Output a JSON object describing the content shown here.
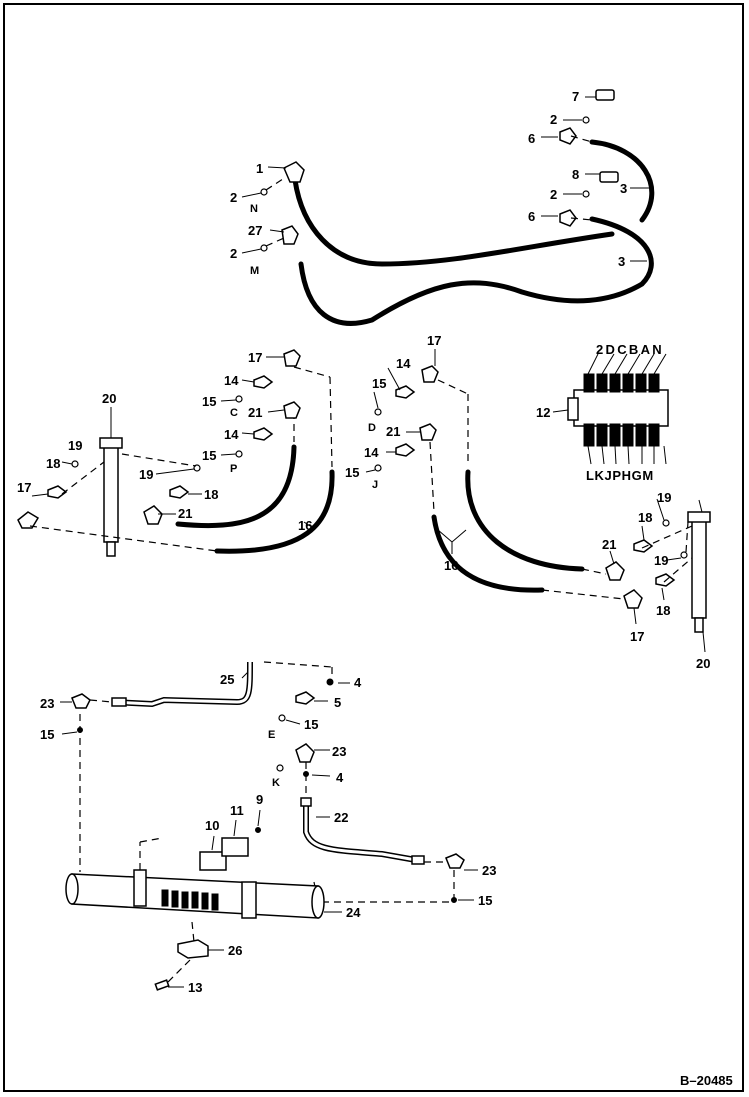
{
  "figure_id": "B–20485",
  "labels": {
    "l7": "7",
    "l2a": "2",
    "l6a": "6",
    "l8": "8",
    "l2b": "2",
    "l6b": "6",
    "l3a": "3",
    "l3b": "3",
    "l1": "1",
    "l2c": "2",
    "lN": "N",
    "l27": "27",
    "l2d": "2",
    "lM": "M",
    "l17a": "17",
    "l14a": "14",
    "l15a": "15",
    "lC": "C",
    "l21a": "21",
    "l14b": "14",
    "l15b": "15",
    "lP": "P",
    "l19a": "19",
    "l18a": "18",
    "l21b": "21",
    "l16a": "16",
    "l20a": "20",
    "l19b": "19",
    "l18b": "18",
    "l17b": "17",
    "l17c": "17",
    "l14c": "14",
    "l15c": "15",
    "lD": "D",
    "l21c": "21",
    "l14d": "14",
    "l15d": "15",
    "lJ": "J",
    "l16b": "16",
    "valve_top": "2DCBAN",
    "valve_bottom": "LKJPHGM",
    "l12": "12",
    "l19c": "19",
    "l18c": "18",
    "l21d": "21",
    "l19d": "19",
    "l18d": "18",
    "l17d": "17",
    "l20b": "20",
    "l25": "25",
    "l4a": "4",
    "l5": "5",
    "l15e": "15",
    "lE": "E",
    "l23a": "23",
    "l15f": "15",
    "l23b": "23",
    "lK": "K",
    "l4b": "4",
    "l9": "9",
    "l11": "11",
    "l10": "10",
    "l22": "22",
    "l23c": "23",
    "l24": "24",
    "l15g": "15",
    "l26": "26",
    "l13": "13"
  }
}
